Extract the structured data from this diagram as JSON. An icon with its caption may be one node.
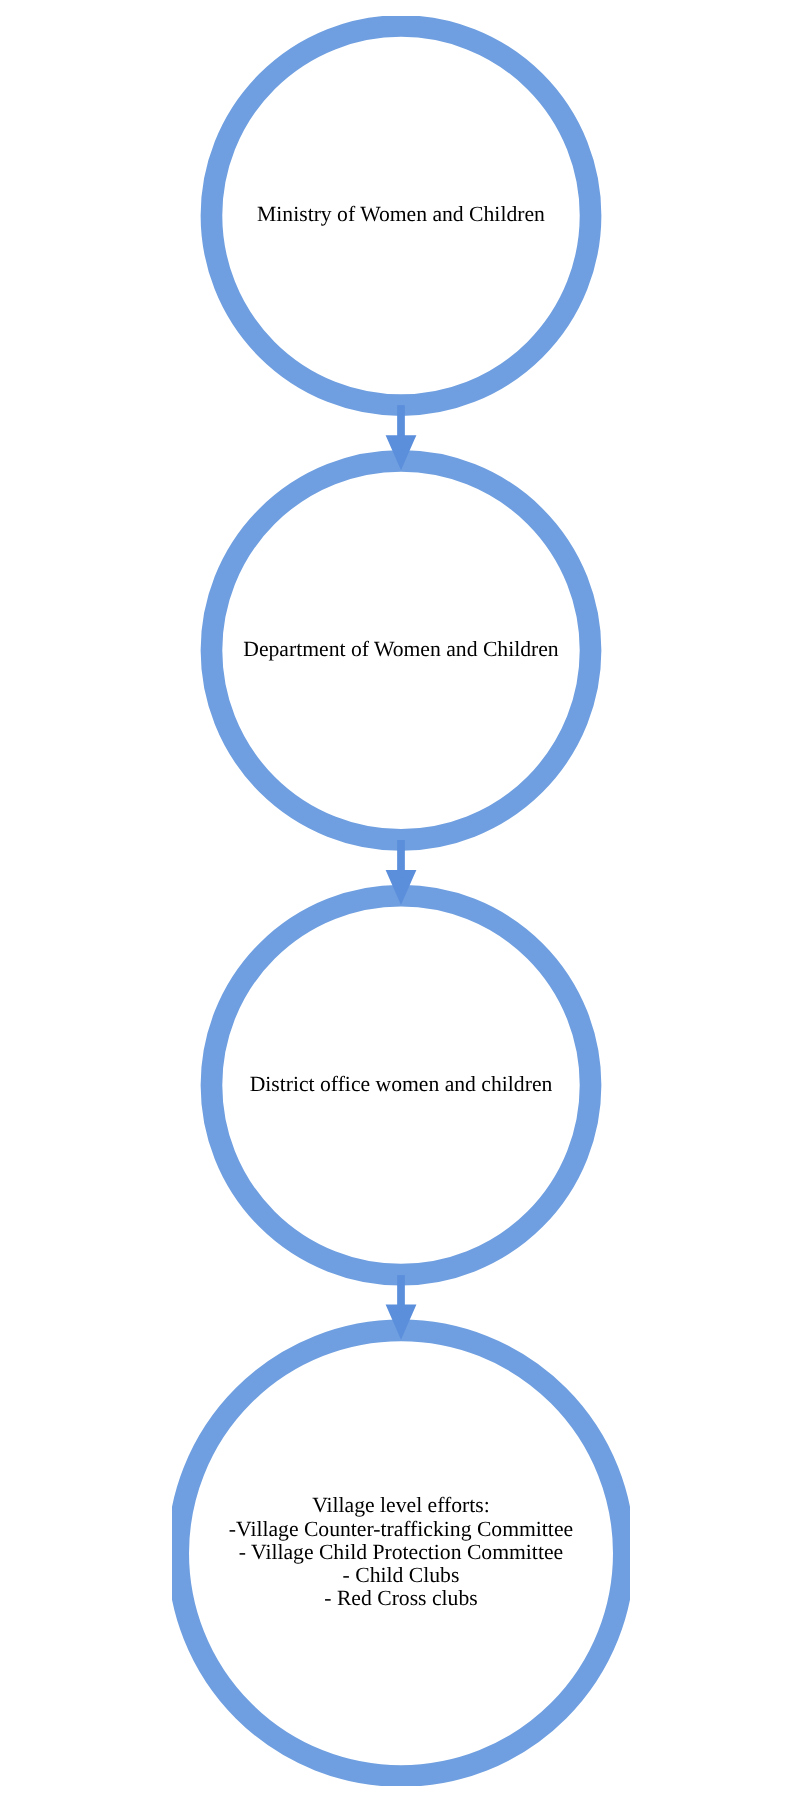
{
  "diagram": {
    "nodes": [
      {
        "text": [
          "Ministry of Women and Children"
        ]
      },
      {
        "text": [
          "Department of Women and Children"
        ]
      },
      {
        "text": [
          "District office women and children"
        ]
      },
      {
        "text": [
          "Village level efforts:",
          "-Village Counter-trafficking Committee",
          "- Village Child Protection Committee",
          "- Child Clubs",
          "- Red Cross clubs"
        ]
      }
    ],
    "edges": [
      {
        "from": 0,
        "to": 1,
        "arrow": "to"
      },
      {
        "from": 1,
        "to": 2,
        "arrow": "to"
      },
      {
        "from": 2,
        "to": 3,
        "arrow": "to"
      }
    ]
  }
}
